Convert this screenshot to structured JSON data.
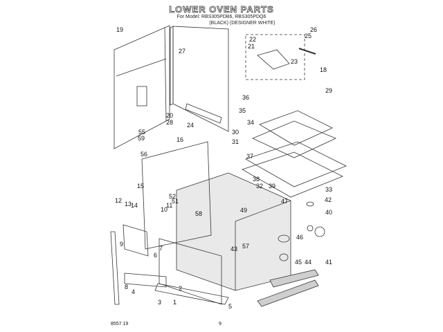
{
  "header": {
    "title": "LOWER OVEN PARTS",
    "model_line": "For Model: RBS305PDB6, RBS305PDQ6",
    "color_line": "(BLACK)     (DESIGNER WHITE)"
  },
  "footer": {
    "doc_number": "8557 19",
    "page_number": "9"
  },
  "parts": [
    {
      "id": "1",
      "label": "1"
    },
    {
      "id": "2",
      "label": "2"
    },
    {
      "id": "3",
      "label": "3"
    },
    {
      "id": "4",
      "label": "4"
    },
    {
      "id": "5",
      "label": "5"
    },
    {
      "id": "6",
      "label": "6"
    },
    {
      "id": "7",
      "label": "7"
    },
    {
      "id": "8",
      "label": "8"
    },
    {
      "id": "9",
      "label": "9"
    },
    {
      "id": "10",
      "label": "10"
    },
    {
      "id": "11",
      "label": "11"
    },
    {
      "id": "12",
      "label": "12"
    },
    {
      "id": "13",
      "label": "13"
    },
    {
      "id": "14",
      "label": "14"
    },
    {
      "id": "15",
      "label": "15"
    },
    {
      "id": "16",
      "label": "16"
    },
    {
      "id": "18",
      "label": "18"
    },
    {
      "id": "19",
      "label": "19"
    },
    {
      "id": "20",
      "label": "20"
    },
    {
      "id": "21",
      "label": "21"
    },
    {
      "id": "22",
      "label": "22"
    },
    {
      "id": "23",
      "label": "23"
    },
    {
      "id": "24",
      "label": "24"
    },
    {
      "id": "25",
      "label": "25"
    },
    {
      "id": "26",
      "label": "26"
    },
    {
      "id": "27",
      "label": "27"
    },
    {
      "id": "28",
      "label": "28"
    },
    {
      "id": "29",
      "label": "29"
    },
    {
      "id": "30",
      "label": "30"
    },
    {
      "id": "31",
      "label": "31"
    },
    {
      "id": "32",
      "label": "32"
    },
    {
      "id": "33",
      "label": "33"
    },
    {
      "id": "34",
      "label": "34"
    },
    {
      "id": "35",
      "label": "35"
    },
    {
      "id": "36",
      "label": "36"
    },
    {
      "id": "37",
      "label": "37"
    },
    {
      "id": "38",
      "label": "38"
    },
    {
      "id": "39",
      "label": "39"
    },
    {
      "id": "40",
      "label": "40"
    },
    {
      "id": "41",
      "label": "41"
    },
    {
      "id": "42",
      "label": "42"
    },
    {
      "id": "43",
      "label": "43"
    },
    {
      "id": "44",
      "label": "44"
    },
    {
      "id": "45",
      "label": "45"
    },
    {
      "id": "46",
      "label": "46"
    },
    {
      "id": "47",
      "label": "47"
    },
    {
      "id": "49",
      "label": "49"
    },
    {
      "id": "51",
      "label": "51"
    },
    {
      "id": "52",
      "label": "52"
    },
    {
      "id": "55",
      "label": "55"
    },
    {
      "id": "56",
      "label": "56"
    },
    {
      "id": "57",
      "label": "57"
    },
    {
      "id": "58",
      "label": "58"
    },
    {
      "id": "59",
      "label": "59"
    }
  ]
}
